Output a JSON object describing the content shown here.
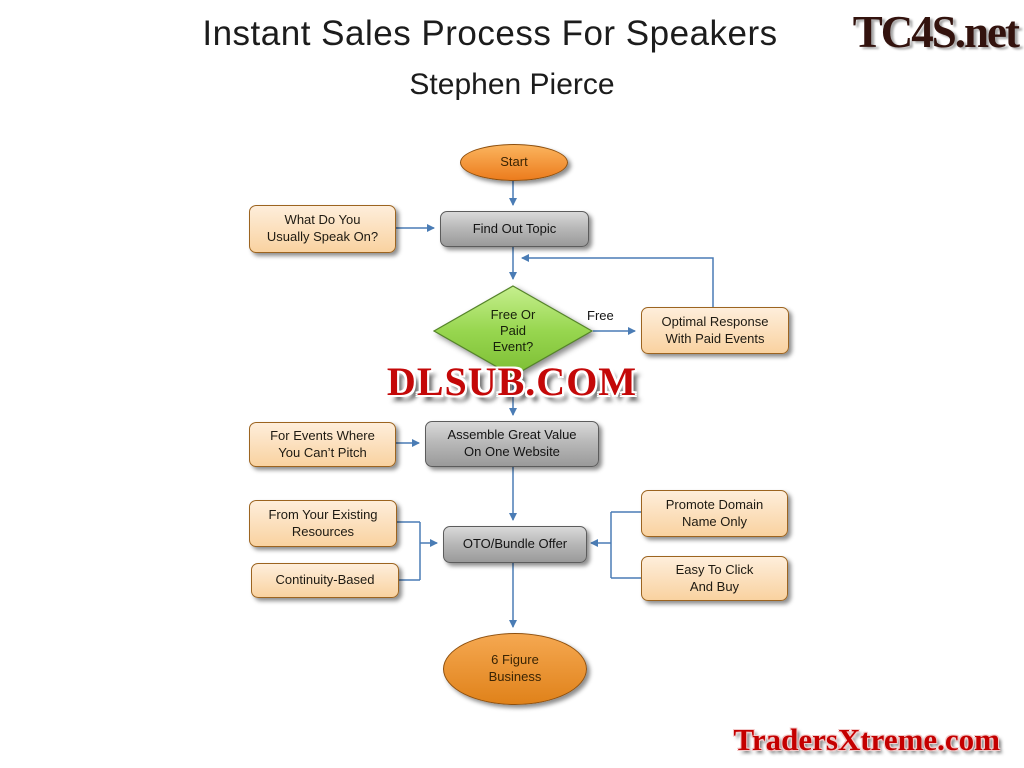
{
  "header": {
    "title": "Instant Sales Process For Speakers",
    "subtitle": "Stephen Pierce"
  },
  "watermarks": {
    "top_right": "TC4S.net",
    "center": "DLSUB.COM",
    "bottom_right": "TradersXtreme.com"
  },
  "flowchart": {
    "nodes": {
      "start": {
        "label": "Start",
        "type": "terminator"
      },
      "what_speak": {
        "label": "What Do You\nUsually Speak On?",
        "type": "callout"
      },
      "find_out_topic": {
        "label": "Find Out Topic",
        "type": "process"
      },
      "free_or_paid": {
        "label": "Free Or\nPaid\nEvent?",
        "type": "decision"
      },
      "optimal_response": {
        "label": "Optimal Response\nWith Paid Events",
        "type": "callout"
      },
      "for_events": {
        "label": "For Events Where\nYou Can’t Pitch",
        "type": "callout"
      },
      "assemble": {
        "label": "Assemble Great Value\nOn One Website",
        "type": "process"
      },
      "from_resources": {
        "label": "From Your Existing\nResources",
        "type": "callout"
      },
      "continuity": {
        "label": "Continuity-Based",
        "type": "callout"
      },
      "oto": {
        "label": "OTO/Bundle Offer",
        "type": "process"
      },
      "promote_domain": {
        "label": "Promote Domain\nName Only",
        "type": "callout"
      },
      "easy_click": {
        "label": "Easy To Click\nAnd Buy",
        "type": "callout"
      },
      "six_figure": {
        "label": "6 Figure\nBusiness",
        "type": "terminator"
      }
    },
    "edge_labels": {
      "free": "Free"
    }
  },
  "colors": {
    "connector": "#4A7CB5",
    "terminator_fill": "#F08C21",
    "process_fill": "#ABABAB",
    "callout_fill": "#FBD9AE",
    "decision_fill": "#92D050",
    "watermark_red": "#C40000"
  }
}
